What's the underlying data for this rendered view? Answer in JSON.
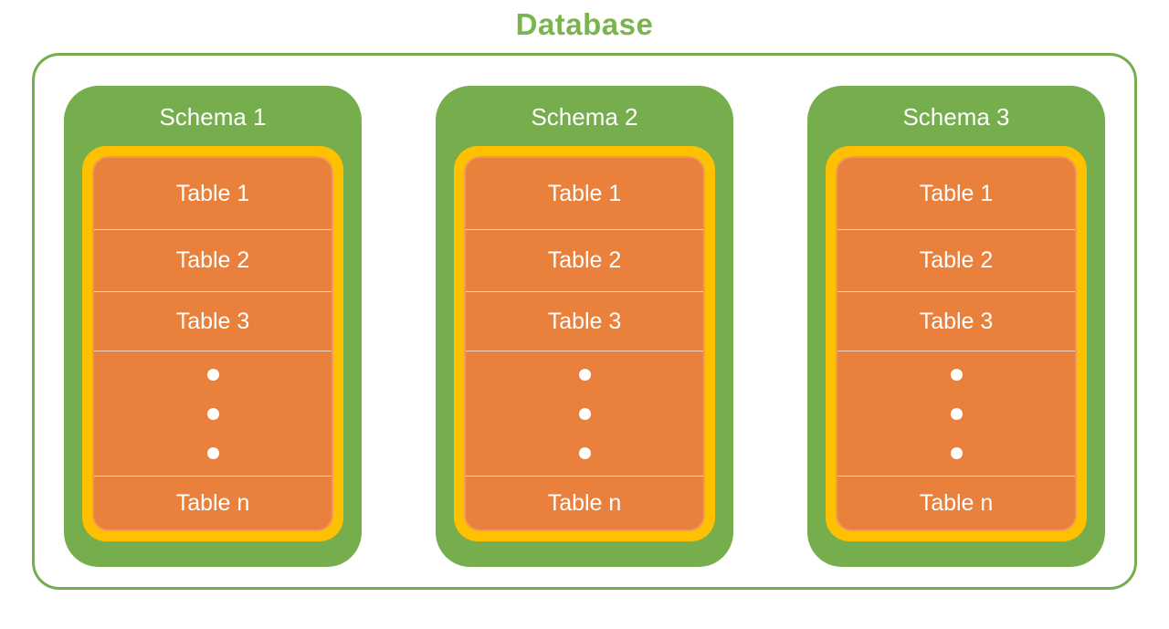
{
  "diagram": {
    "title": "Database",
    "schemas": [
      {
        "title": "Schema 1",
        "tables": [
          "Table 1",
          "Table 2",
          "Table 3",
          "Table n"
        ]
      },
      {
        "title": "Schema 2",
        "tables": [
          "Table 1",
          "Table 2",
          "Table 3",
          "Table n"
        ]
      },
      {
        "title": "Schema 3",
        "tables": [
          "Table 1",
          "Table 2",
          "Table 3",
          "Table n"
        ]
      }
    ],
    "ellipsis_dots_per_schema": 3,
    "colors": {
      "green": "#76AD4D",
      "yellow": "#FFC000",
      "orange": "#E9813C",
      "orange_border": "#F0975A",
      "divider": "rgba(255,255,255,0.65)",
      "label_text": "#FFFFFF",
      "title_text": "#7AB44E",
      "background": "#FFFFFF"
    }
  }
}
